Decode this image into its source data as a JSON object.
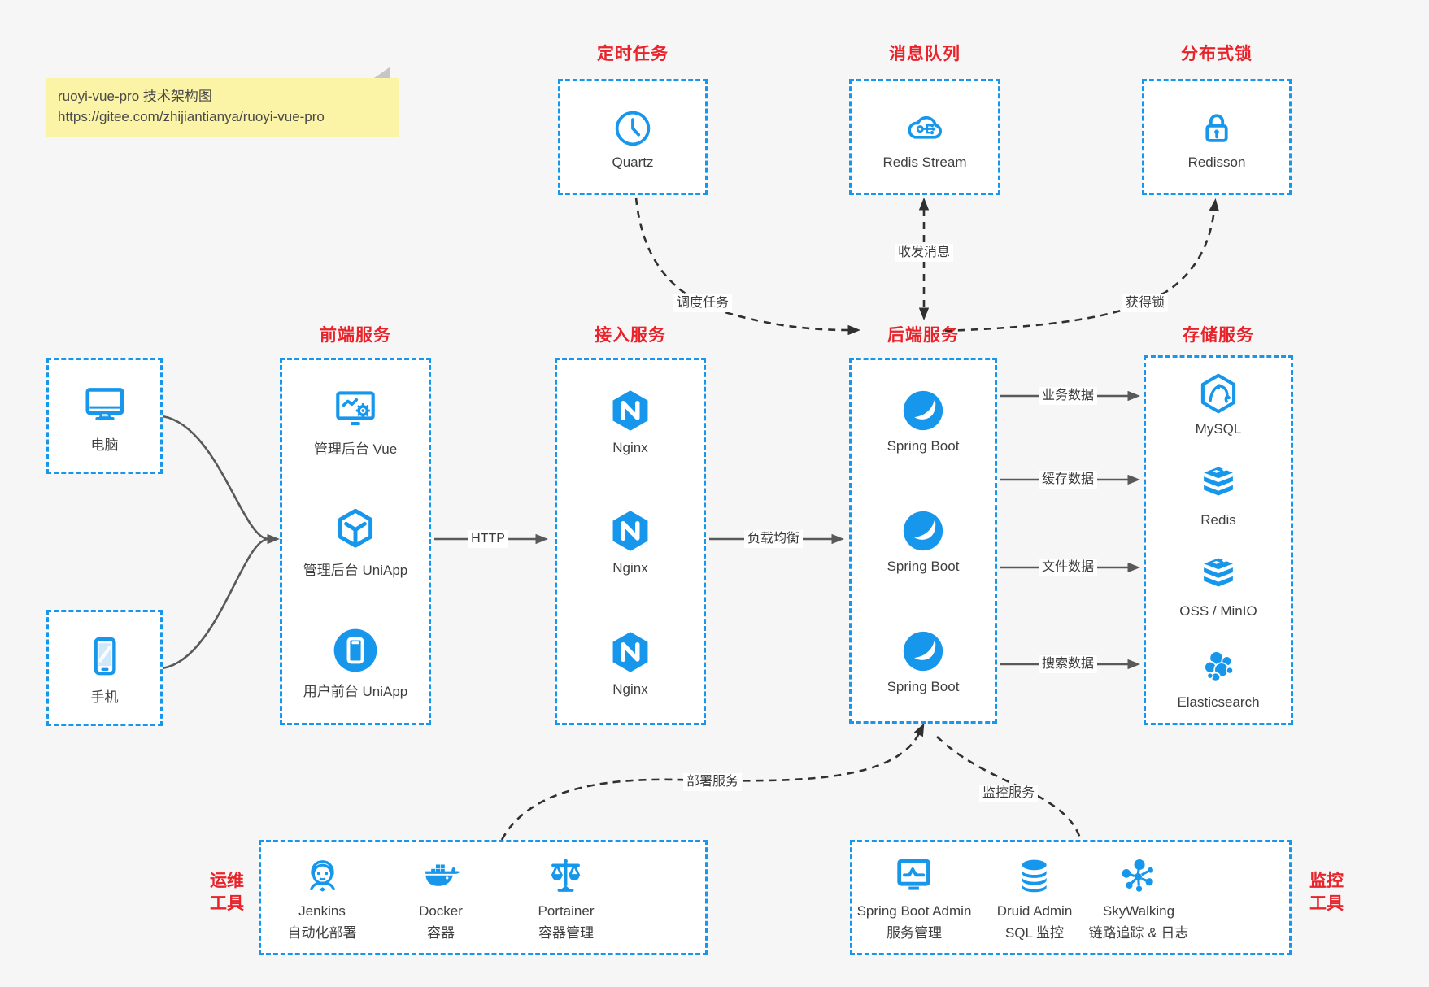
{
  "note": {
    "title": "ruoyi-vue-pro 技术架构图",
    "url": "https://gitee.com/zhijiantianya/ruoyi-vue-pro"
  },
  "top_groups": {
    "scheduler": {
      "title": "定时任务",
      "item": {
        "label": "Quartz",
        "icon": "clock-icon"
      }
    },
    "mq": {
      "title": "消息队列",
      "item": {
        "label": "Redis Stream",
        "icon": "cloud-network-icon"
      }
    },
    "lock": {
      "title": "分布式锁",
      "item": {
        "label": "Redisson",
        "icon": "lock-icon"
      }
    }
  },
  "clients": {
    "computer": {
      "label": "电脑",
      "icon": "desktop-icon"
    },
    "phone": {
      "label": "手机",
      "icon": "smartphone-icon"
    }
  },
  "columns": {
    "frontend": {
      "title": "前端服务",
      "items": [
        {
          "label": "管理后台 Vue",
          "icon": "admin-vue-icon"
        },
        {
          "label": "管理后台 UniApp",
          "icon": "uniapp-cube-icon"
        },
        {
          "label": "用户前台 UniApp",
          "icon": "user-app-icon"
        }
      ]
    },
    "gateway": {
      "title": "接入服务",
      "items": [
        {
          "label": "Nginx",
          "icon": "nginx-icon"
        },
        {
          "label": "Nginx",
          "icon": "nginx-icon"
        },
        {
          "label": "Nginx",
          "icon": "nginx-icon"
        }
      ]
    },
    "backend": {
      "title": "后端服务",
      "items": [
        {
          "label": "Spring Boot",
          "icon": "spring-boot-icon"
        },
        {
          "label": "Spring Boot",
          "icon": "spring-boot-icon"
        },
        {
          "label": "Spring Boot",
          "icon": "spring-boot-icon"
        }
      ]
    },
    "storage": {
      "title": "存储服务",
      "items": [
        {
          "label": "MySQL",
          "icon": "mysql-icon"
        },
        {
          "label": "Redis",
          "icon": "redis-icon"
        },
        {
          "label": "OSS / MinIO",
          "icon": "oss-minio-icon"
        },
        {
          "label": "Elasticsearch",
          "icon": "elasticsearch-icon"
        }
      ]
    }
  },
  "bottom_groups": {
    "ops": {
      "title": [
        "运维",
        "工具"
      ],
      "items": [
        {
          "name": "Jenkins",
          "desc": "自动化部署",
          "icon": "jenkins-icon"
        },
        {
          "name": "Docker",
          "desc": "容器",
          "icon": "docker-icon"
        },
        {
          "name": "Portainer",
          "desc": "容器管理",
          "icon": "portainer-icon"
        }
      ]
    },
    "monitoring": {
      "title": [
        "监控",
        "工具"
      ],
      "items": [
        {
          "name": "Spring Boot Admin",
          "desc": "服务管理",
          "icon": "springboot-admin-icon"
        },
        {
          "name": "Druid Admin",
          "desc": "SQL 监控",
          "icon": "druid-icon"
        },
        {
          "name": "SkyWalking",
          "desc": "链路追踪 & 日志",
          "icon": "skywalking-icon"
        }
      ]
    }
  },
  "edges": {
    "http": "HTTP",
    "load_balance": "负载均衡",
    "biz_data": "业务数据",
    "cache_data": "缓存数据",
    "file_data": "文件数据",
    "search_data": "搜索数据",
    "schedule": "调度任务",
    "messaging": "收发消息",
    "acquire_lock": "获得锁",
    "deploy": "部署服务",
    "monitor": "监控服务"
  },
  "colors": {
    "accent_blue": "#1797ec",
    "title_red": "#e8232a",
    "solid_arrow": "#58595b",
    "dashed_arrow": "#303030",
    "note_bg": "#fbf3a6"
  }
}
